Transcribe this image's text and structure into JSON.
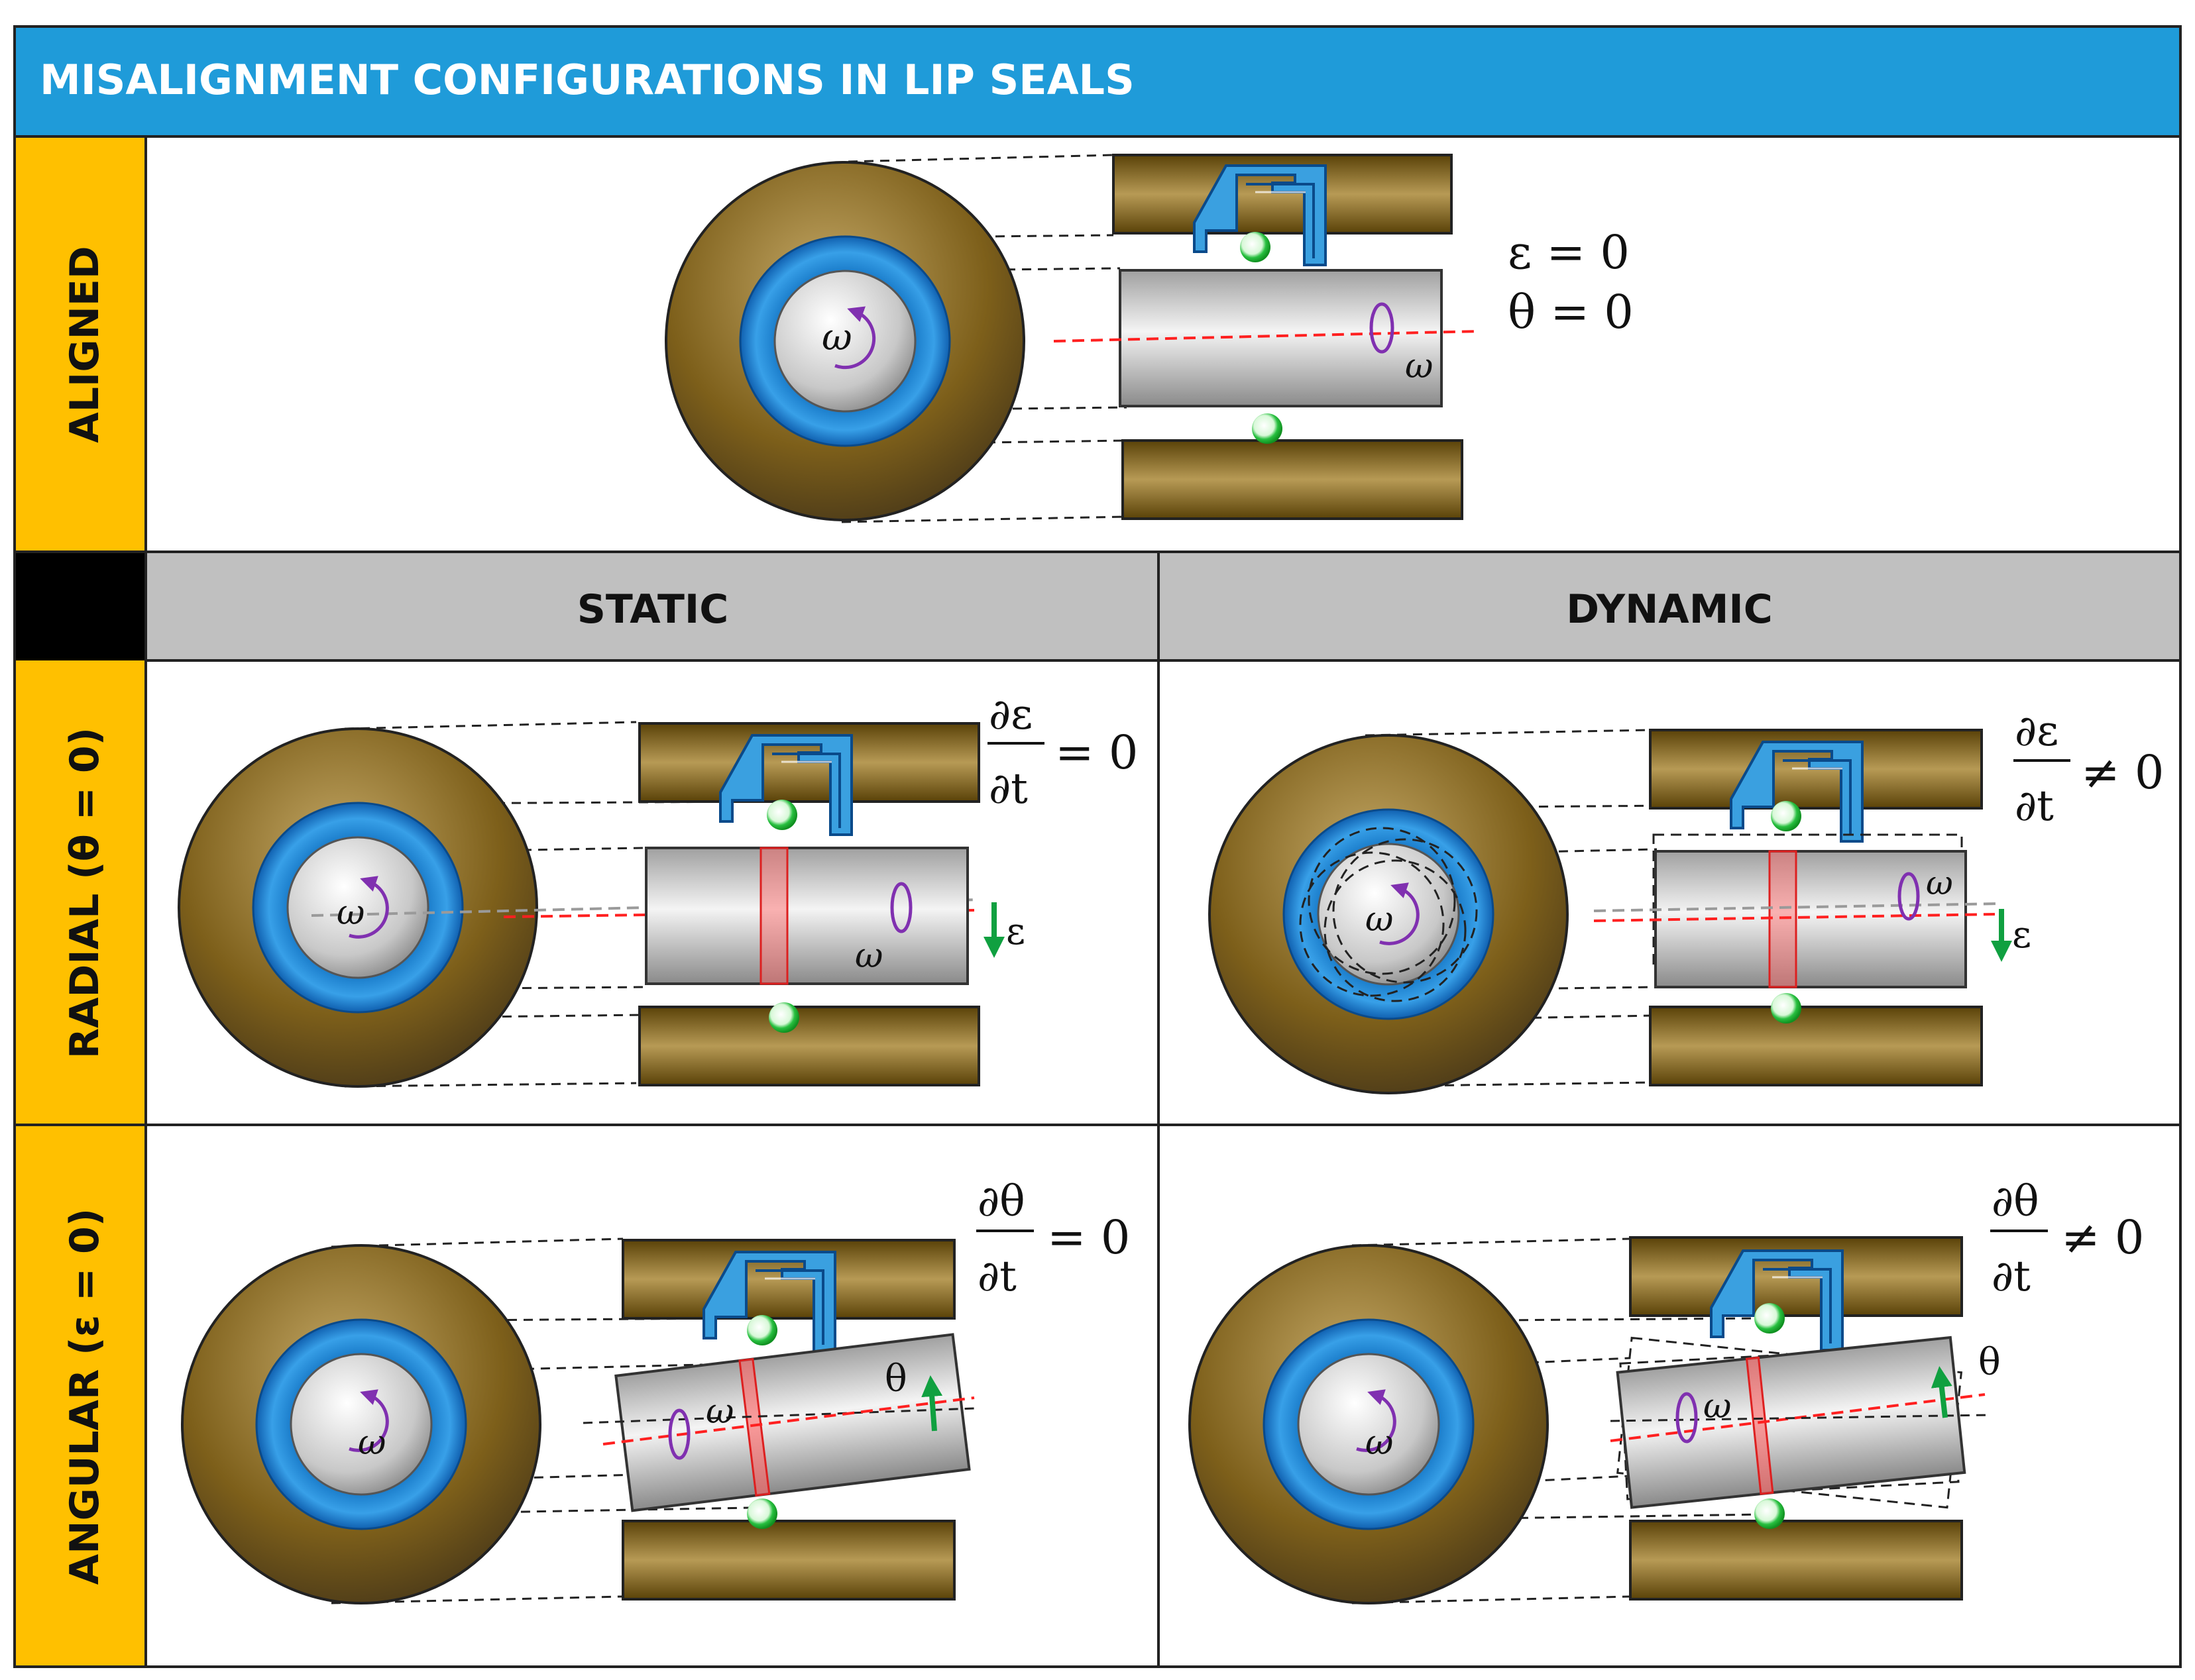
{
  "title": "MISALIGNMENT CONFIGURATIONS IN LIP SEALS",
  "rows": {
    "aligned": "ALIGNED",
    "radial": "RADIAL (θ = 0)",
    "angular": "ANGULAR (ε = 0)"
  },
  "columns": {
    "static": "STATIC",
    "dynamic": "DYNAMIC"
  },
  "symbols": {
    "omega": "ω",
    "epsilon": "ε",
    "theta": "θ"
  },
  "equations": {
    "aligned_eps": "ε = 0",
    "aligned_theta": "θ = 0",
    "radial_static_num": "∂ε",
    "radial_static_den": "∂t",
    "radial_static_rhs": "= 0",
    "radial_dynamic_num": "∂ε",
    "radial_dynamic_den": "∂t",
    "radial_dynamic_rhs": "≠ 0",
    "angular_static_num": "∂θ",
    "angular_static_den": "∂t",
    "angular_static_rhs": "= 0",
    "angular_dynamic_num": "∂θ",
    "angular_dynamic_den": "∂t",
    "angular_dynamic_rhs": "≠ 0"
  },
  "colors": {
    "header_blue": "#1f9bd9",
    "row_label_gold": "#ffc000",
    "column_header_gray": "#c0c0c0",
    "housing_brown": "#7a5a10",
    "seal_blue": "#1e7fd0",
    "spring_green": "#22cc44",
    "axis_red": "#ff2020",
    "omega_purple": "#8030b0",
    "arrow_green": "#10a040"
  }
}
